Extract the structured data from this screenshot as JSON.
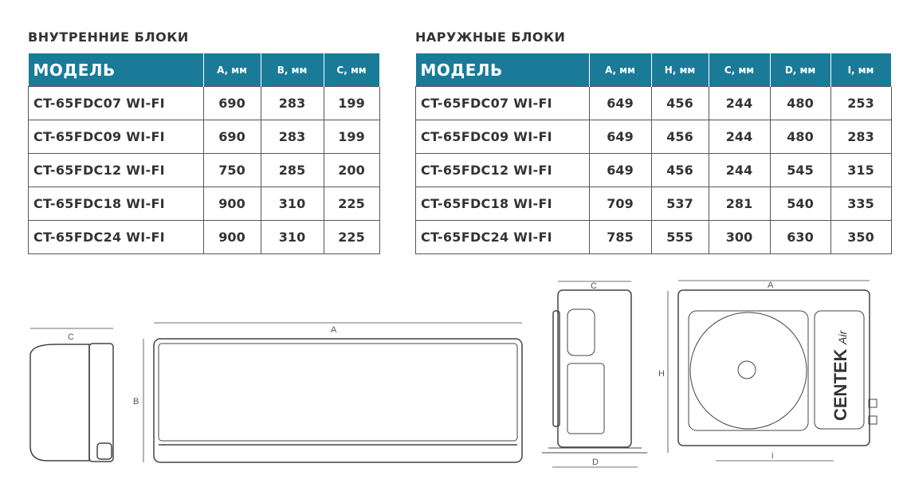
{
  "indoor": {
    "title": "ВНУТРЕННИЕ БЛОКИ",
    "headers": [
      "МОДЕЛЬ",
      "A, мм",
      "B, мм",
      "C, мм"
    ],
    "rows": [
      [
        "CT-65FDC07 WI-FI",
        "690",
        "283",
        "199"
      ],
      [
        "CT-65FDC09 WI-FI",
        "690",
        "283",
        "199"
      ],
      [
        "CT-65FDC12 WI-FI",
        "750",
        "285",
        "200"
      ],
      [
        "CT-65FDC18 WI-FI",
        "900",
        "310",
        "225"
      ],
      [
        "CT-65FDC24 WI-FI",
        "900",
        "310",
        "225"
      ]
    ]
  },
  "outdoor": {
    "title": "НАРУЖНЫЕ БЛОКИ",
    "headers": [
      "МОДЕЛЬ",
      "A, мм",
      "H, мм",
      "C, мм",
      "D, мм",
      "I, мм"
    ],
    "rows": [
      [
        "CT-65FDC07 WI-FI",
        "649",
        "456",
        "244",
        "480",
        "253"
      ],
      [
        "CT-65FDC09 WI-FI",
        "649",
        "456",
        "244",
        "480",
        "283"
      ],
      [
        "CT-65FDC12 WI-FI",
        "649",
        "456",
        "244",
        "545",
        "315"
      ],
      [
        "CT-65FDC18 WI-FI",
        "709",
        "537",
        "281",
        "540",
        "335"
      ],
      [
        "CT-65FDC24 WI-FI",
        "785",
        "555",
        "300",
        "630",
        "350"
      ]
    ]
  },
  "drawings": {
    "indoor_c": "C",
    "indoor_a": "A",
    "indoor_b": "B",
    "outdoor_c": "C",
    "outdoor_d": "D",
    "outdoor_a": "A",
    "outdoor_h": "H",
    "outdoor_i": "i",
    "logo": "CENTEK",
    "logo_sub": "Air"
  },
  "colors": {
    "header": "#1a7b99"
  }
}
